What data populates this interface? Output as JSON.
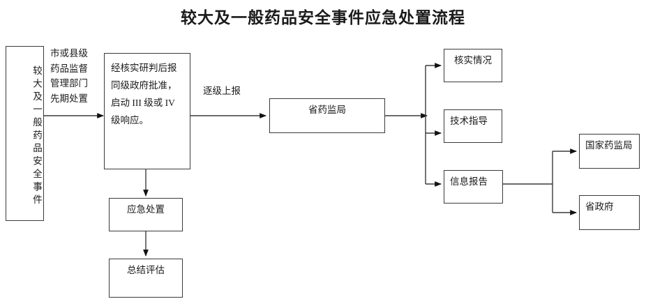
{
  "title": "较大及一般药品安全事件应急处置流程",
  "colors": {
    "stroke": "#3a3a3a",
    "text": "#1a1a1a",
    "background": "#ffffff"
  },
  "nodes": {
    "incident": "较大及一般药品安全事件",
    "process_main": "经核实研判后报\n同级政府批准，\n启动 III 级或 IV\n级响应。",
    "provincial_bureau": "省药监局",
    "emergency_response": "应急处置",
    "summary_evaluation": "总结评估",
    "verify_situation": "核实情况",
    "technical_guidance": "技术指导",
    "information_report": "信息报告",
    "national_bureau": "国家药监局",
    "provincial_government": "省政府"
  },
  "edge_labels": {
    "initial_handling": "市或县级\n药品监督\n管理部门\n先期处置",
    "report_upward": "逐级上报"
  }
}
